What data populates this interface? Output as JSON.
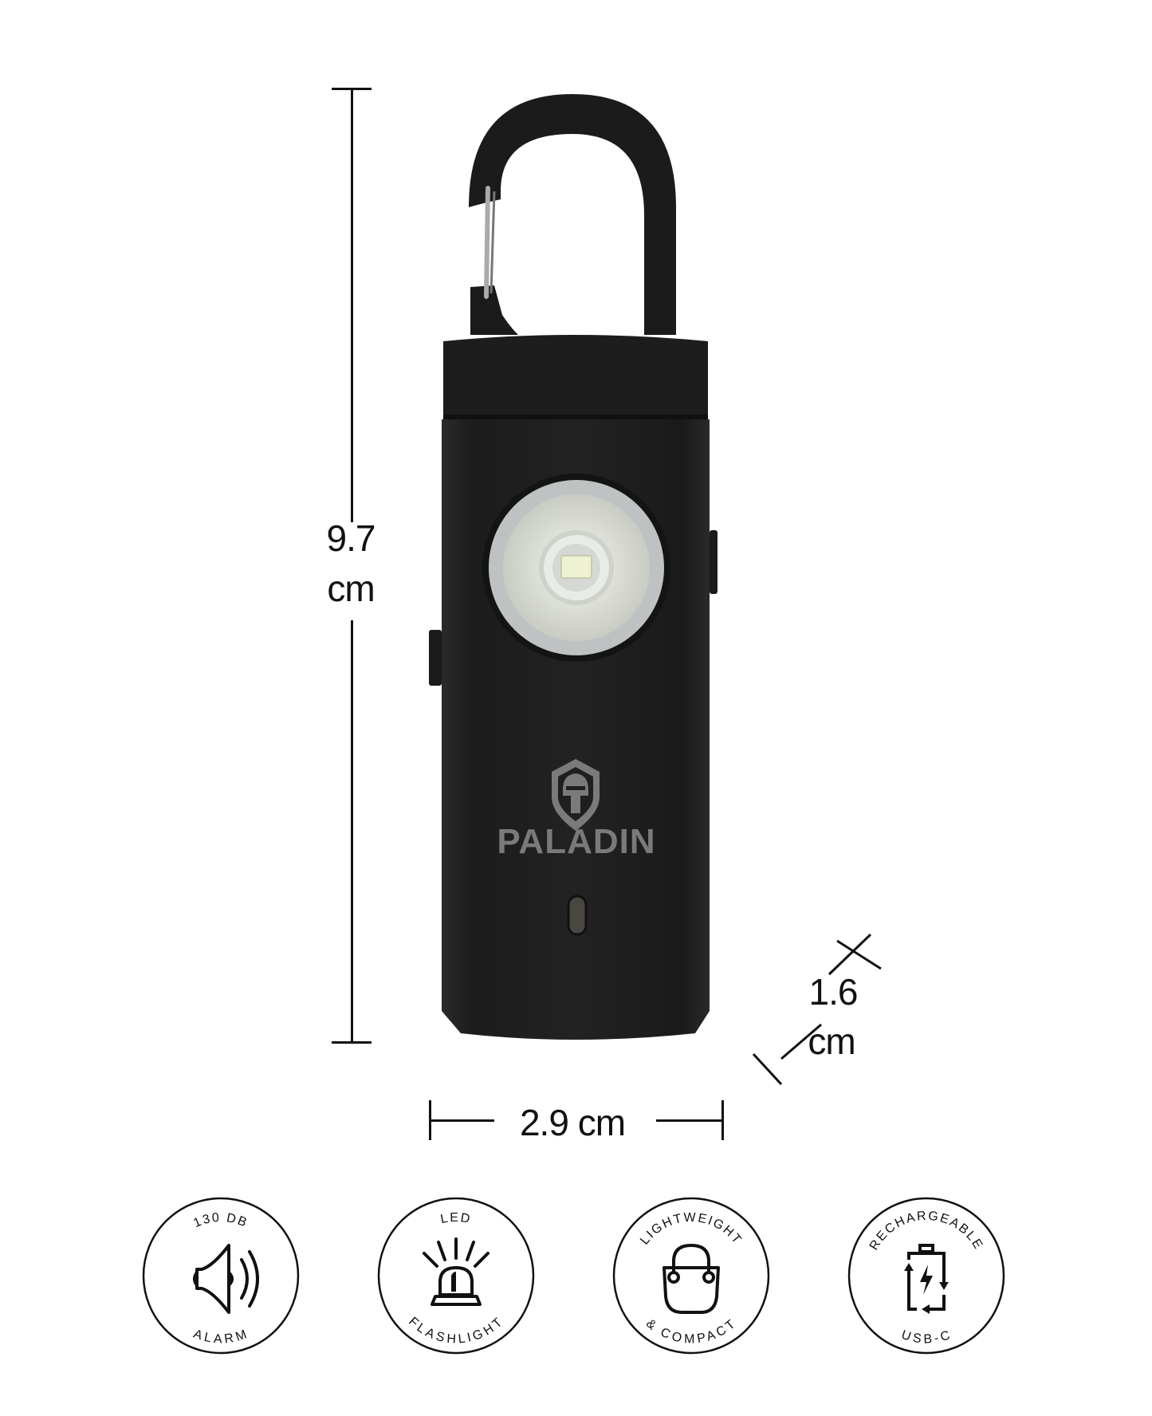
{
  "product": {
    "brand": "PALADIN",
    "colors": {
      "body": "#1e1e1e",
      "logo": "#7a7a7a",
      "lens_ring": "#b9bcbd",
      "led": "#e6eec4"
    }
  },
  "dimensions": {
    "height": {
      "value": "9.7",
      "unit": "cm"
    },
    "width": {
      "label": "2.9 cm"
    },
    "depth": {
      "value": "1.6",
      "unit": "cm"
    }
  },
  "features": [
    {
      "top": "130 DB",
      "bottom": "ALARM",
      "icon": "speaker-icon"
    },
    {
      "top": "LED",
      "bottom": "FLASHLIGHT",
      "icon": "beacon-light-icon"
    },
    {
      "top": "LIGHTWEIGHT",
      "bottom": "& COMPACT",
      "icon": "bag-icon"
    },
    {
      "top": "RECHARGEABLE",
      "bottom": "USB-C",
      "icon": "battery-charge-icon"
    }
  ]
}
